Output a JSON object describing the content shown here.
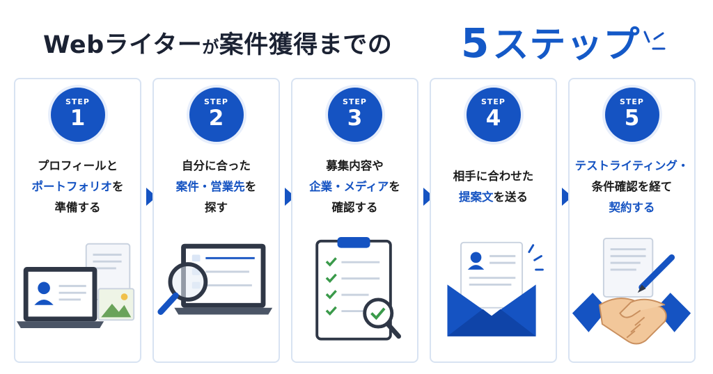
{
  "title": {
    "main": "Webライター",
    "particle": "が",
    "rest": "案件獲得までの",
    "accent_number": "5",
    "accent_text": "ステップ"
  },
  "colors": {
    "accent": "#1553c2",
    "title_dark": "#1b2233",
    "card_border": "#d8e3f2"
  },
  "steps": [
    {
      "step_label": "STEP",
      "number": "1",
      "lines": [
        [
          {
            "t": "プロフィールと",
            "b": false
          }
        ],
        [
          {
            "t": "ポートフォリオ",
            "b": true
          },
          {
            "t": "を",
            "b": false
          }
        ],
        [
          {
            "t": "準備する",
            "b": false
          }
        ]
      ],
      "icon": "laptop-profile-icon"
    },
    {
      "step_label": "STEP",
      "number": "2",
      "lines": [
        [
          {
            "t": "自分に合った",
            "b": false
          }
        ],
        [
          {
            "t": "案件・営業先",
            "b": true
          },
          {
            "t": "を",
            "b": false
          }
        ],
        [
          {
            "t": "探す",
            "b": false
          }
        ]
      ],
      "icon": "laptop-magnifier-icon"
    },
    {
      "step_label": "STEP",
      "number": "3",
      "lines": [
        [
          {
            "t": "募集内容や",
            "b": false
          }
        ],
        [
          {
            "t": "企業・メディア",
            "b": true
          },
          {
            "t": "を",
            "b": false
          }
        ],
        [
          {
            "t": "確認する",
            "b": false
          }
        ]
      ],
      "icon": "clipboard-check-icon"
    },
    {
      "step_label": "STEP",
      "number": "4",
      "lines": [
        [
          {
            "t": "相手に合わせた",
            "b": false
          }
        ],
        [
          {
            "t": "提案文",
            "b": true
          },
          {
            "t": "を送る",
            "b": false
          }
        ]
      ],
      "icon": "envelope-letter-icon"
    },
    {
      "step_label": "STEP",
      "number": "5",
      "lines": [
        [
          {
            "t": "テストライティング・",
            "b": true
          }
        ],
        [
          {
            "t": "条件確認を経て",
            "b": false
          }
        ],
        [
          {
            "t": "契約する",
            "b": true
          }
        ]
      ],
      "icon": "handshake-contract-icon"
    }
  ]
}
